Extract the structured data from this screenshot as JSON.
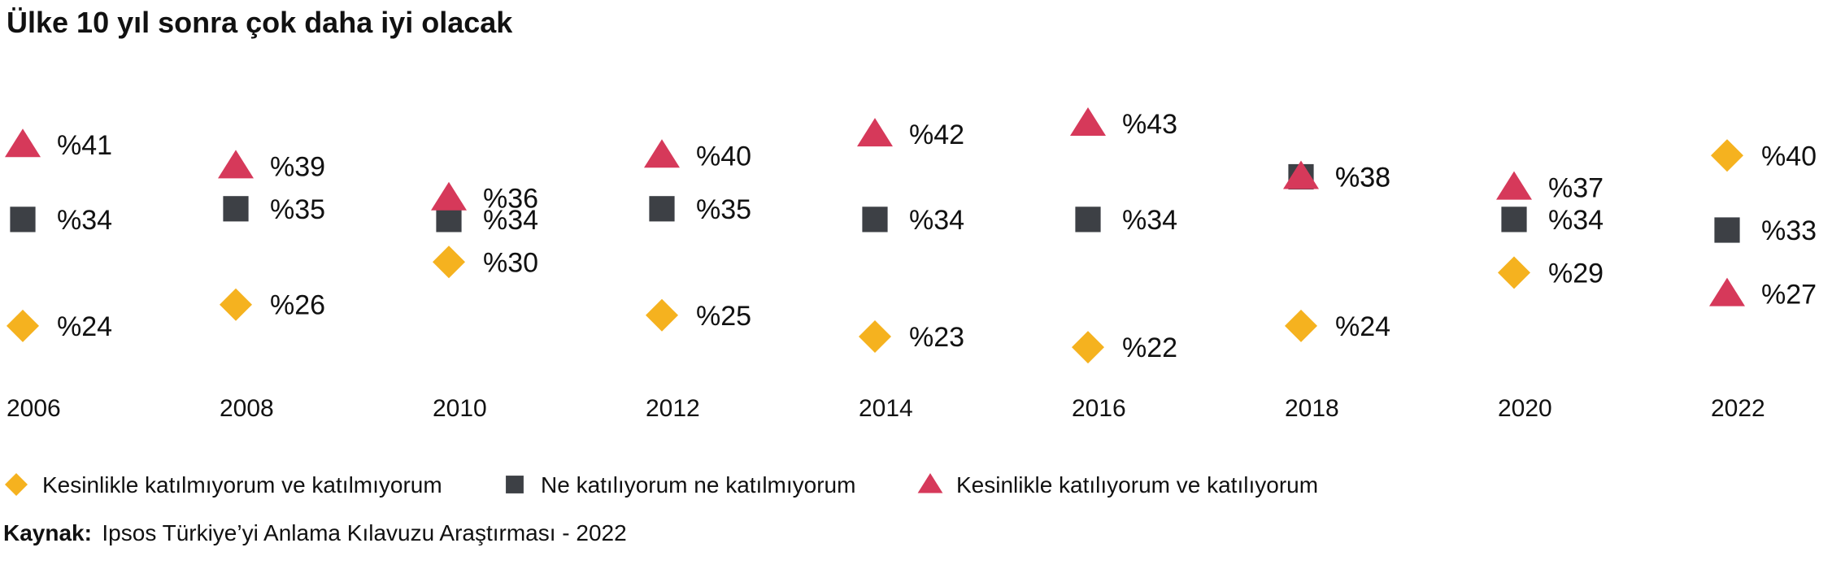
{
  "chart_data": {
    "type": "scatter",
    "title": "Ülke 10 yıl sonra çok daha iyi olacak",
    "categories": [
      "2006",
      "2008",
      "2010",
      "2012",
      "2014",
      "2016",
      "2018",
      "2020",
      "2022"
    ],
    "value_prefix": "%",
    "series": [
      {
        "name": "Kesinlikle katılmıyorum ve katılmıyorum",
        "marker": "diamond",
        "color": "#F5B21F",
        "values": [
          24,
          26,
          30,
          25,
          23,
          22,
          24,
          29,
          40
        ]
      },
      {
        "name": "Ne katılıyorum ne katılmıyorum",
        "marker": "square",
        "color": "#3D4045",
        "values": [
          34,
          35,
          34,
          35,
          34,
          34,
          38,
          34,
          33
        ]
      },
      {
        "name": "Kesinlikle katılıyorum ve katılıyorum",
        "marker": "triangle",
        "color": "#D6395A",
        "values": [
          41,
          39,
          36,
          40,
          42,
          43,
          38,
          37,
          27
        ]
      }
    ],
    "grid": false,
    "legend_position": "bottom-left"
  },
  "source": {
    "label": "Kaynak:",
    "text": "Ipsos Türkiye’yi Anlama Kılavuzu Araştırması - 2022"
  }
}
